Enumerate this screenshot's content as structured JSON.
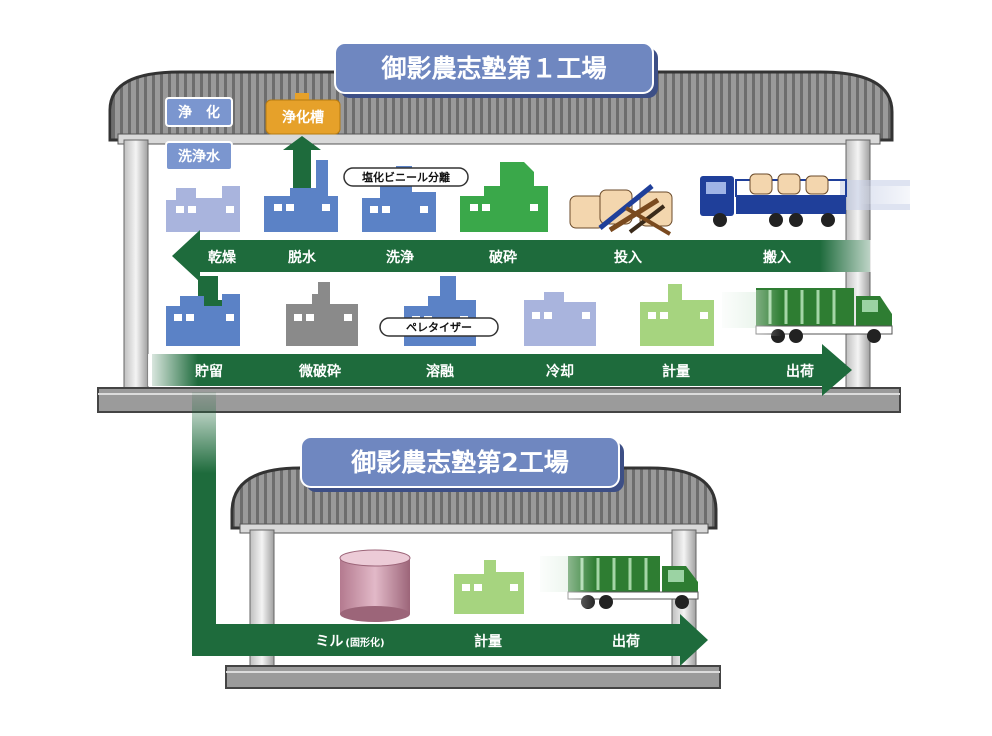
{
  "factory1": {
    "title": "御影農志塾第１工場",
    "signs": {
      "purify": "浄　化",
      "wash_water": "洗浄水",
      "septic_tank": "浄化槽"
    },
    "tags": {
      "pvc_separation": "塩化ビニール分離",
      "pelletizer": "ペレタイザー"
    },
    "upper_line": [
      "乾燥",
      "脱水",
      "洗浄",
      "破砕",
      "投入",
      "搬入"
    ],
    "lower_line": [
      "貯留",
      "微破砕",
      "溶融",
      "冷却",
      "計量",
      "出荷"
    ]
  },
  "factory2": {
    "title": "御影農志塾第2工場",
    "line": {
      "mill": "ミル",
      "mill_note": "(固形化)",
      "weigh": "計量",
      "ship": "出荷"
    }
  },
  "colors": {
    "arrow_green": "#1e6b3c",
    "roof_gray": "#8c8c8c",
    "title_box": "#6f87c0",
    "plant_lavender": "#a9b4dd",
    "plant_blue": "#5b82c6",
    "plant_green": "#3aa84a",
    "plant_gray": "#8a8a8a",
    "plant_light_green": "#a6d47f",
    "tank_orange": "#e6a12a",
    "tank_pink": "#c28a9e",
    "truck_blue": "#1f3f9a",
    "truck_green": "#2e7d32"
  }
}
